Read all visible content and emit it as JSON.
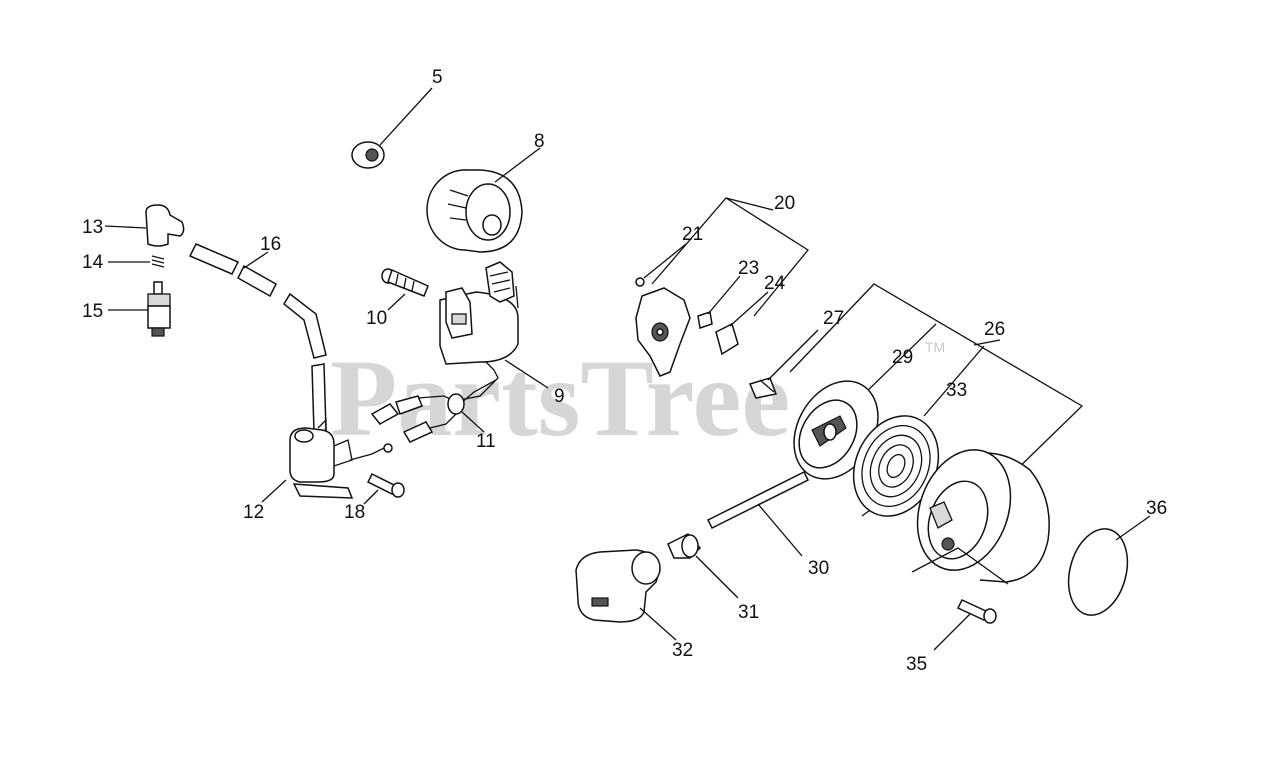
{
  "watermark": {
    "text": "PartsTree",
    "trademark": "TM"
  },
  "parts": [
    {
      "id": "5",
      "label": "5"
    },
    {
      "id": "8",
      "label": "8"
    },
    {
      "id": "9",
      "label": "9"
    },
    {
      "id": "10",
      "label": "10"
    },
    {
      "id": "11",
      "label": "11"
    },
    {
      "id": "12",
      "label": "12"
    },
    {
      "id": "13",
      "label": "13"
    },
    {
      "id": "14",
      "label": "14"
    },
    {
      "id": "15",
      "label": "15"
    },
    {
      "id": "16",
      "label": "16"
    },
    {
      "id": "18",
      "label": "18"
    },
    {
      "id": "20",
      "label": "20"
    },
    {
      "id": "21",
      "label": "21"
    },
    {
      "id": "23",
      "label": "23"
    },
    {
      "id": "24",
      "label": "24"
    },
    {
      "id": "26",
      "label": "26"
    },
    {
      "id": "27",
      "label": "27"
    },
    {
      "id": "29",
      "label": "29"
    },
    {
      "id": "30",
      "label": "30"
    },
    {
      "id": "31",
      "label": "31"
    },
    {
      "id": "32",
      "label": "32"
    },
    {
      "id": "33",
      "label": "33"
    },
    {
      "id": "35",
      "label": "35"
    },
    {
      "id": "36",
      "label": "36"
    }
  ]
}
